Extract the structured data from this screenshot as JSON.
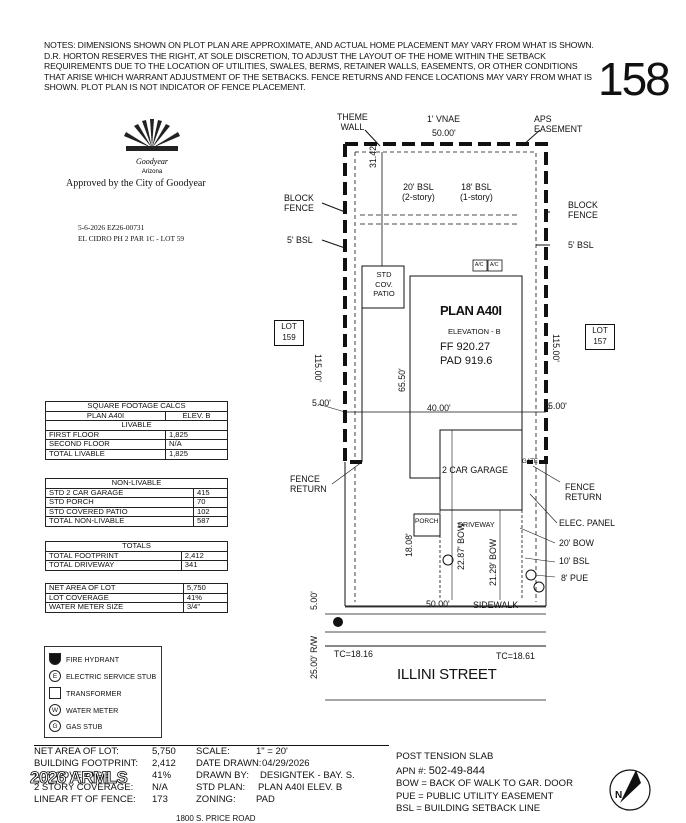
{
  "notes": "NOTES: DIMENSIONS SHOWN ON PLOT PLAN ARE APPROXIMATE, AND ACTUAL HOME PLACEMENT MAY VARY FROM WHAT IS SHOWN. D.R. HORTON RESERVES THE RIGHT, AT SOLE DISCRETION, TO ADJUST THE LAYOUT OF THE HOME WITHIN THE SETBACK REQUIREMENTS DUE TO THE LOCATION OF UTILITIES, SWALES, BERMS, RETAINER WALLS, EASEMENTS, OR OTHER CONDITIONS THAT ARISE WHICH WARRANT ADJUSTMENT OF THE SETBACKS. FENCE RETURNS AND FENCE LOCATIONS MAY VARY FROM WHAT IS SHOWN. PLOT PLAN IS NOT INDICATOR OF FENCE PLACEMENT.",
  "lot_number": "158",
  "logo": {
    "line1": "Goodyear",
    "line2": "Arizona"
  },
  "approved": "Approved by the City of Goodyear",
  "permit": {
    "line1": "5-6-2026 EZ26-00731",
    "line2": "EL CIDRO PH 2 PAR 1C - LOT 59"
  },
  "sqft": {
    "title": "SQUARE FOOTAGE CALCS",
    "plan": "PLAN A40I",
    "elev": "ELEV. B",
    "livable_header": "LIVABLE",
    "livable": [
      {
        "label": "FIRST FLOOR",
        "value": "1,825"
      },
      {
        "label": "SECOND FLOOR",
        "value": "N/A"
      },
      {
        "label": "TOTAL LIVABLE",
        "value": "1,825"
      }
    ],
    "nonlivable_header": "NON-LIVABLE",
    "nonlivable": [
      {
        "label": "STD 2 CAR GARAGE",
        "value": "415"
      },
      {
        "label": "STD PORCH",
        "value": "70"
      },
      {
        "label": "STD COVERED PATIO",
        "value": "102"
      },
      {
        "label": "TOTAL NON-LIVABLE",
        "value": "587"
      }
    ],
    "totals_header": "TOTALS",
    "totals": [
      {
        "label": "TOTAL FOOTPRINT",
        "value": "2,412"
      },
      {
        "label": "TOTAL DRIVEWAY",
        "value": "341"
      }
    ],
    "lot": [
      {
        "label": "NET AREA OF LOT",
        "value": "5,750"
      },
      {
        "label": "LOT COVERAGE",
        "value": "41%"
      },
      {
        "label": "WATER METER SIZE",
        "value": "3/4\""
      }
    ]
  },
  "legend": [
    {
      "glyph": "",
      "label": "FIRE HYDRANT"
    },
    {
      "glyph": "E",
      "label": "ELECTRIC SERVICE STUB"
    },
    {
      "glyph": "",
      "label": "TRANSFORMER"
    },
    {
      "glyph": "W",
      "label": "WATER METER"
    },
    {
      "glyph": "G",
      "label": "GAS STUB"
    }
  ],
  "plan_labels": {
    "theme_wall": "THEME\nWALL",
    "vnae": "1' VNAE",
    "top_width": "50.00'",
    "aps": "APS\nEASEMENT",
    "dim_3142": "31.42'",
    "bsl20": "20' BSL\n(2-story)",
    "bsl18": "18' BSL\n(1-story)",
    "block_fence_l": "BLOCK\nFENCE",
    "block_fence_r": "BLOCK\nFENCE",
    "bsl5_l": "5' BSL",
    "bsl5_r": "5' BSL",
    "ac": "A/C",
    "patio": "STD\nCOV.\nPATIO",
    "plan_name": "PLAN A40I",
    "elevation": "ELEVATION - B",
    "ff": "FF 920.27",
    "pad": "PAD 919.6",
    "lot_left": "LOT\n159",
    "lot_right": "LOT\n157",
    "side_left": "115.00'",
    "side_right": "115.00'",
    "dim_6550": "65.50'",
    "set_left": "5.00'",
    "house_width": "40.00'",
    "set_right": "5.00'",
    "garage": "2 CAR GARAGE",
    "gate": "GATE",
    "fence_return_l": "FENCE\nRETURN",
    "fence_return_r": "FENCE\nRETURN",
    "elec_panel": "ELEC. PANEL",
    "porch": "PORCH",
    "driveway": "DRIVEWAY",
    "dim_1808": "18.08'",
    "dim_2287": "22.87' BOW",
    "dim_2129": "21.29' BOW",
    "bow20": "20' BOW",
    "bsl10": "10' BSL",
    "pue8": "8' PUE",
    "walk_left": "5.00'",
    "front_width": "50.00'",
    "sidewalk": "SIDEWALK",
    "rw": "25.00' R/W",
    "tc_left": "TC=18.16",
    "tc_right": "TC=18.61",
    "street": "ILLINI STREET"
  },
  "bottom": {
    "net_area_label": "NET AREA OF LOT:",
    "net_area": "5,750",
    "footprint_label": "BUILDING FOOTPRINT:",
    "footprint": "2,412",
    "coverage_label": "LOT COVERAGE:",
    "coverage": "41%",
    "two_story_label": "2 STORY COVERAGE:",
    "two_story": "N/A",
    "fence_label": "LINEAR FT OF FENCE:",
    "fence": "173",
    "scale_label": "SCALE:",
    "scale": "1\" = 20'",
    "date_label": "DATE DRAWN:",
    "date": "04/29/2026",
    "drawn_label": "DRAWN BY:",
    "drawn": "DESIGNTEK - BAY. S.",
    "plan_label": "STD PLAN:",
    "plan": "PLAN A40I ELEV. B",
    "zoning_label": "ZONING:",
    "zoning": "PAD",
    "slab": "POST TENSION SLAB",
    "apn_label": "APN #:",
    "apn": "502-49-844",
    "bow_def": "BOW = BACK OF WALK TO GAR. DOOR",
    "pue_def": "PUE = PUBLIC UTILITY EASEMENT",
    "bsl_def": "BSL = BUILDING SETBACK LINE",
    "address": "1800 S. PRICE ROAD",
    "north": "N"
  },
  "watermark": "2026 ARMLS"
}
